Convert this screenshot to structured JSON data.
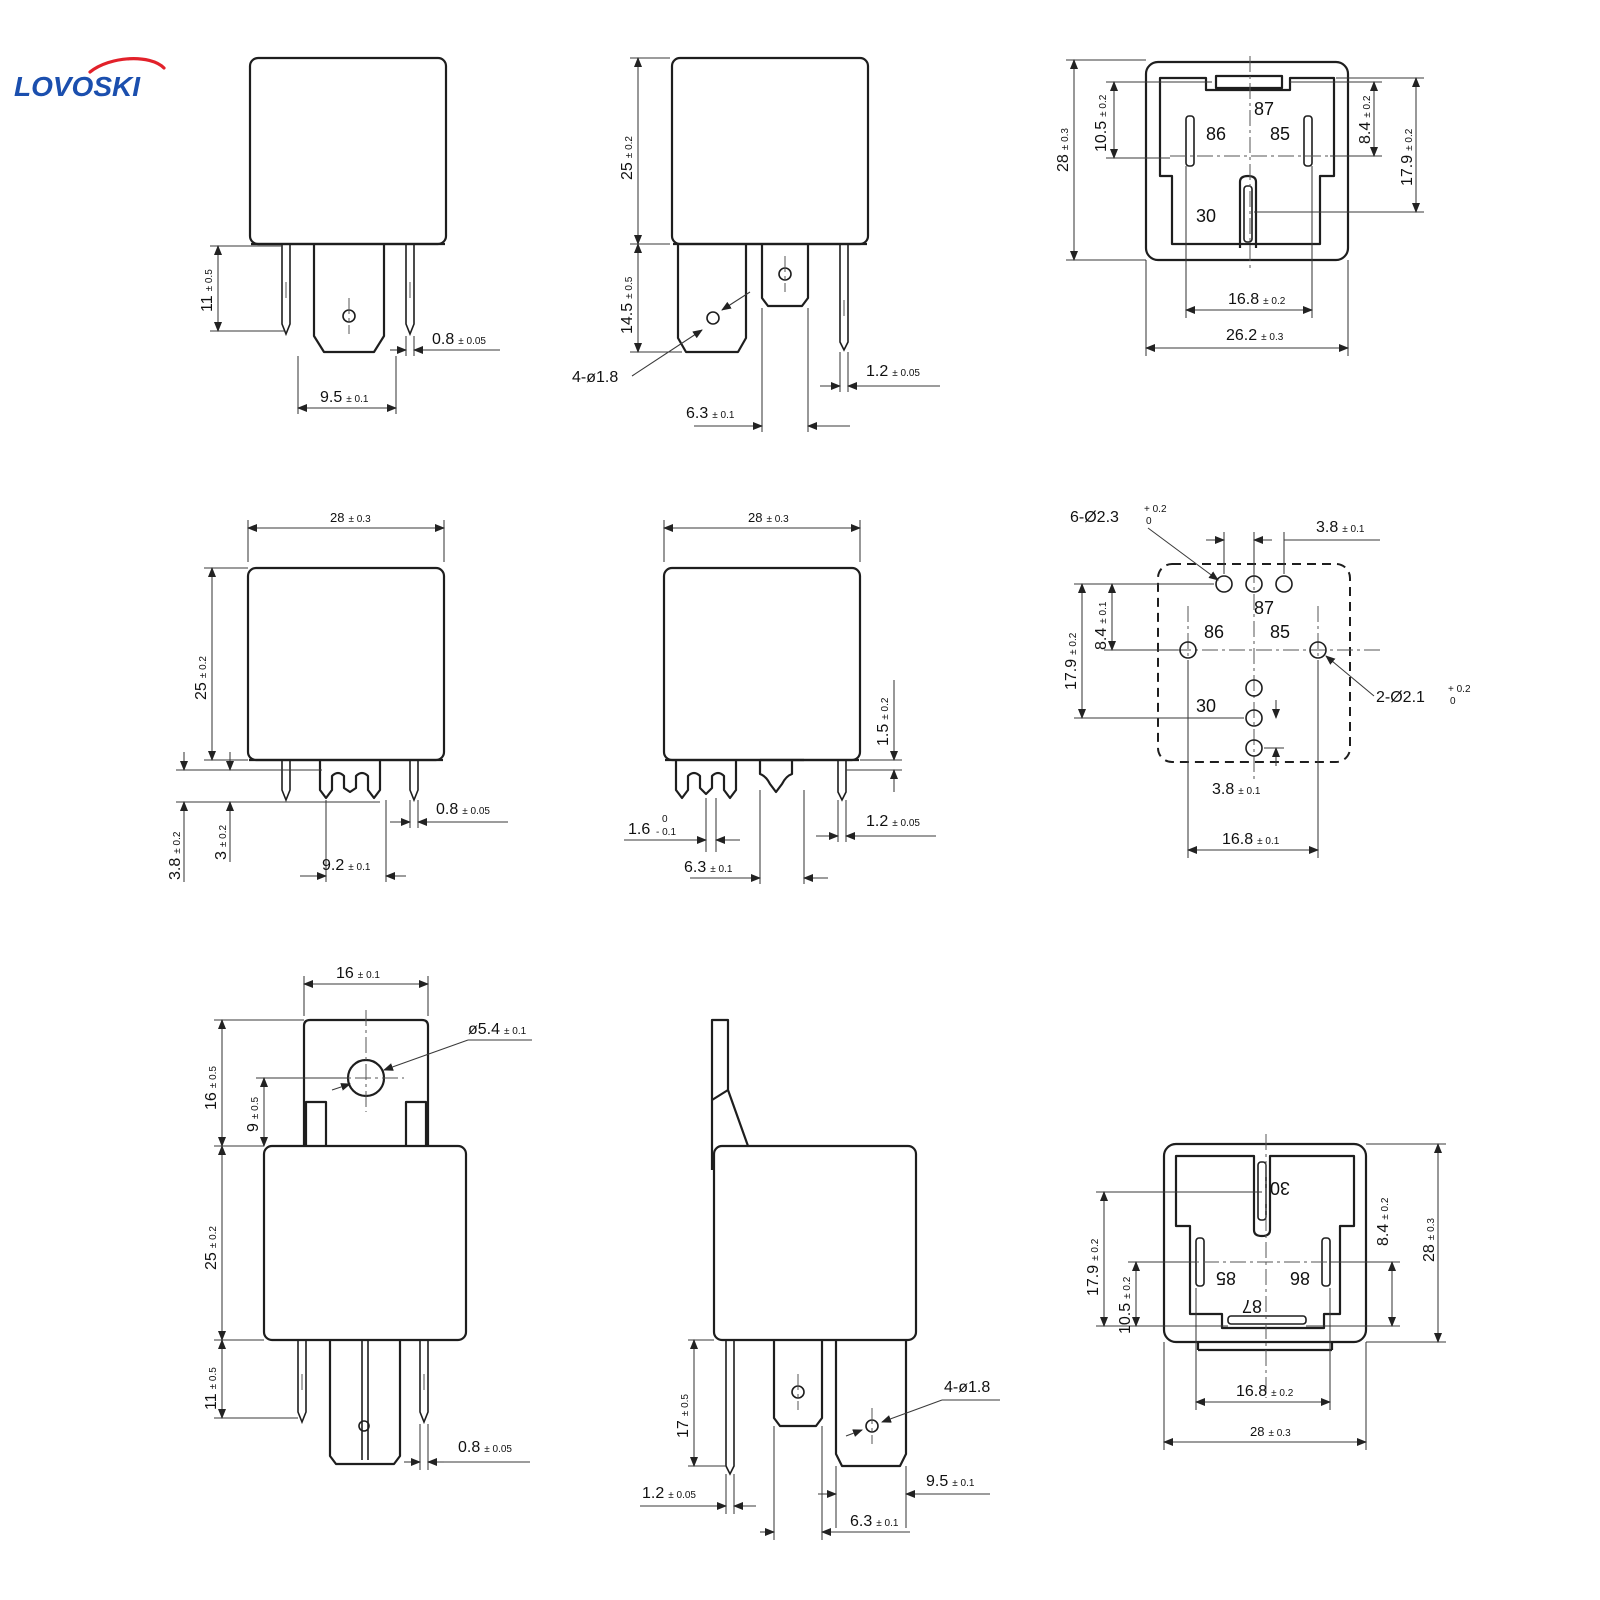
{
  "brand": {
    "name": "LOVOSKI",
    "colors": {
      "logo_blue": "#1b4fae",
      "logo_red": "#e2212a"
    }
  },
  "pins": {
    "p87": "87",
    "p86": "86",
    "p85": "85",
    "p30": "30"
  },
  "view1": {
    "h11": "11",
    "h11_tol": "± 0.5",
    "w08": "0.8",
    "w08_tol": "± 0.05",
    "p95": "9.5",
    "p95_tol": "± 0.1"
  },
  "view2": {
    "h25": "25",
    "h25_tol": "± 0.2",
    "h145": "14.5",
    "h145_tol": "± 0.5",
    "hole": "4-ø1.8",
    "w12": "1.2",
    "w12_tol": "± 0.05",
    "w63": "6.3",
    "w63_tol": "± 0.1"
  },
  "view3": {
    "h28": "28",
    "h28_tol": "± 0.3",
    "d105": "10.5",
    "d105_tol": "± 0.2",
    "d84": "8.4",
    "d84_tol": "± 0.2",
    "d179": "17.9",
    "d179_tol": "± 0.2",
    "d168": "16.8",
    "d168_tol": "± 0.2",
    "d262": "26.2",
    "d262_tol": "± 0.3"
  },
  "view4": {
    "w28": "28",
    "w28_tol": "± 0.3",
    "h25": "25",
    "h25_tol": "± 0.2",
    "h38": "3.8",
    "h38_tol": "± 0.2",
    "h3": "3",
    "h3_tol": "± 0.2",
    "w08": "0.8",
    "w08_tol": "± 0.05",
    "p92": "9.2",
    "p92_tol": "± 0.1"
  },
  "view5": {
    "w28": "28",
    "w28_tol": "± 0.3",
    "h15": "1.5",
    "h15_tol": "± 0.2",
    "w16": "1.6",
    "w16_up": "0",
    "w16_lo": "- 0.1",
    "w12": "1.2",
    "w12_tol": "± 0.05",
    "w63": "6.3",
    "w63_tol": "± 0.1"
  },
  "view6": {
    "holes6": "6-Ø2.3",
    "holes6_up": "+ 0.2",
    "holes6_lo": "0",
    "holes2": "2-Ø2.1",
    "holes2_up": "+ 0.2",
    "holes2_lo": "0",
    "p38top": "3.8",
    "p38top_tol": "± 0.1",
    "d84": "8.4",
    "d84_tol": "± 0.1",
    "d179": "17.9",
    "d179_tol": "± 0.2",
    "p38bot": "3.8",
    "p38bot_tol": "± 0.1",
    "d168": "16.8",
    "d168_tol": "± 0.1"
  },
  "view7": {
    "w16": "16",
    "w16_tol": "± 0.1",
    "hole": "ø5.4",
    "hole_tol": "± 0.1",
    "h16": "16",
    "h16_tol": "± 0.5",
    "h9": "9",
    "h9_tol": "± 0.5",
    "h25": "25",
    "h25_tol": "± 0.2",
    "h11": "11",
    "h11_tol": "± 0.5",
    "w08": "0.8",
    "w08_tol": "± 0.05"
  },
  "view8": {
    "hole": "4-ø1.8",
    "h17": "17",
    "h17_tol": "± 0.5",
    "w12": "1.2",
    "w12_tol": "± 0.05",
    "p95": "9.5",
    "p95_tol": "± 0.1",
    "w63": "6.3",
    "w63_tol": "± 0.1"
  },
  "view9": {
    "d179": "17.9",
    "d179_tol": "± 0.2",
    "d105": "10.5",
    "d105_tol": "± 0.2",
    "d84": "8.4",
    "d84_tol": "± 0.2",
    "d28v": "28",
    "d28v_tol": "± 0.3",
    "d168": "16.8",
    "d168_tol": "± 0.2",
    "d28h": "28",
    "d28h_tol": "± 0.3"
  }
}
